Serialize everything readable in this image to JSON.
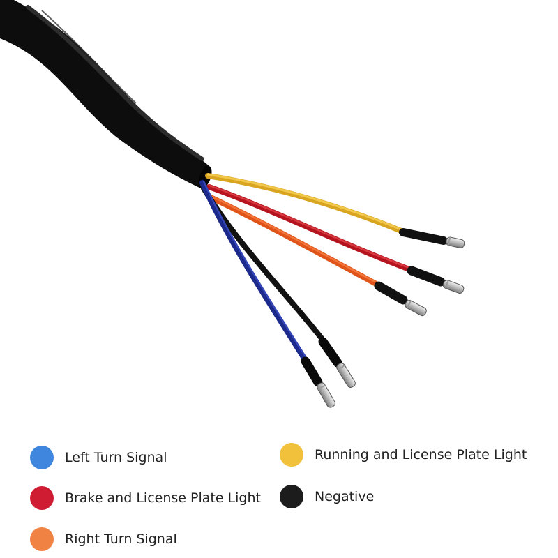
{
  "colors": {
    "blue": "#3f86df",
    "red": "#d01c33",
    "orange": "#f08244",
    "yellow": "#f2c13c",
    "black": "#1c1c1c"
  },
  "legend": {
    "left_turn": {
      "label": "Left Turn Signal",
      "color": "#3f86df"
    },
    "brake": {
      "label": "Brake and License Plate Light",
      "color": "#d01c33"
    },
    "right_turn": {
      "label": "Right Turn Signal",
      "color": "#f08244"
    },
    "running": {
      "label": "Running and License Plate Light",
      "color": "#f2c13c"
    },
    "negative": {
      "label": "Negative",
      "color": "#1c1c1c"
    }
  }
}
